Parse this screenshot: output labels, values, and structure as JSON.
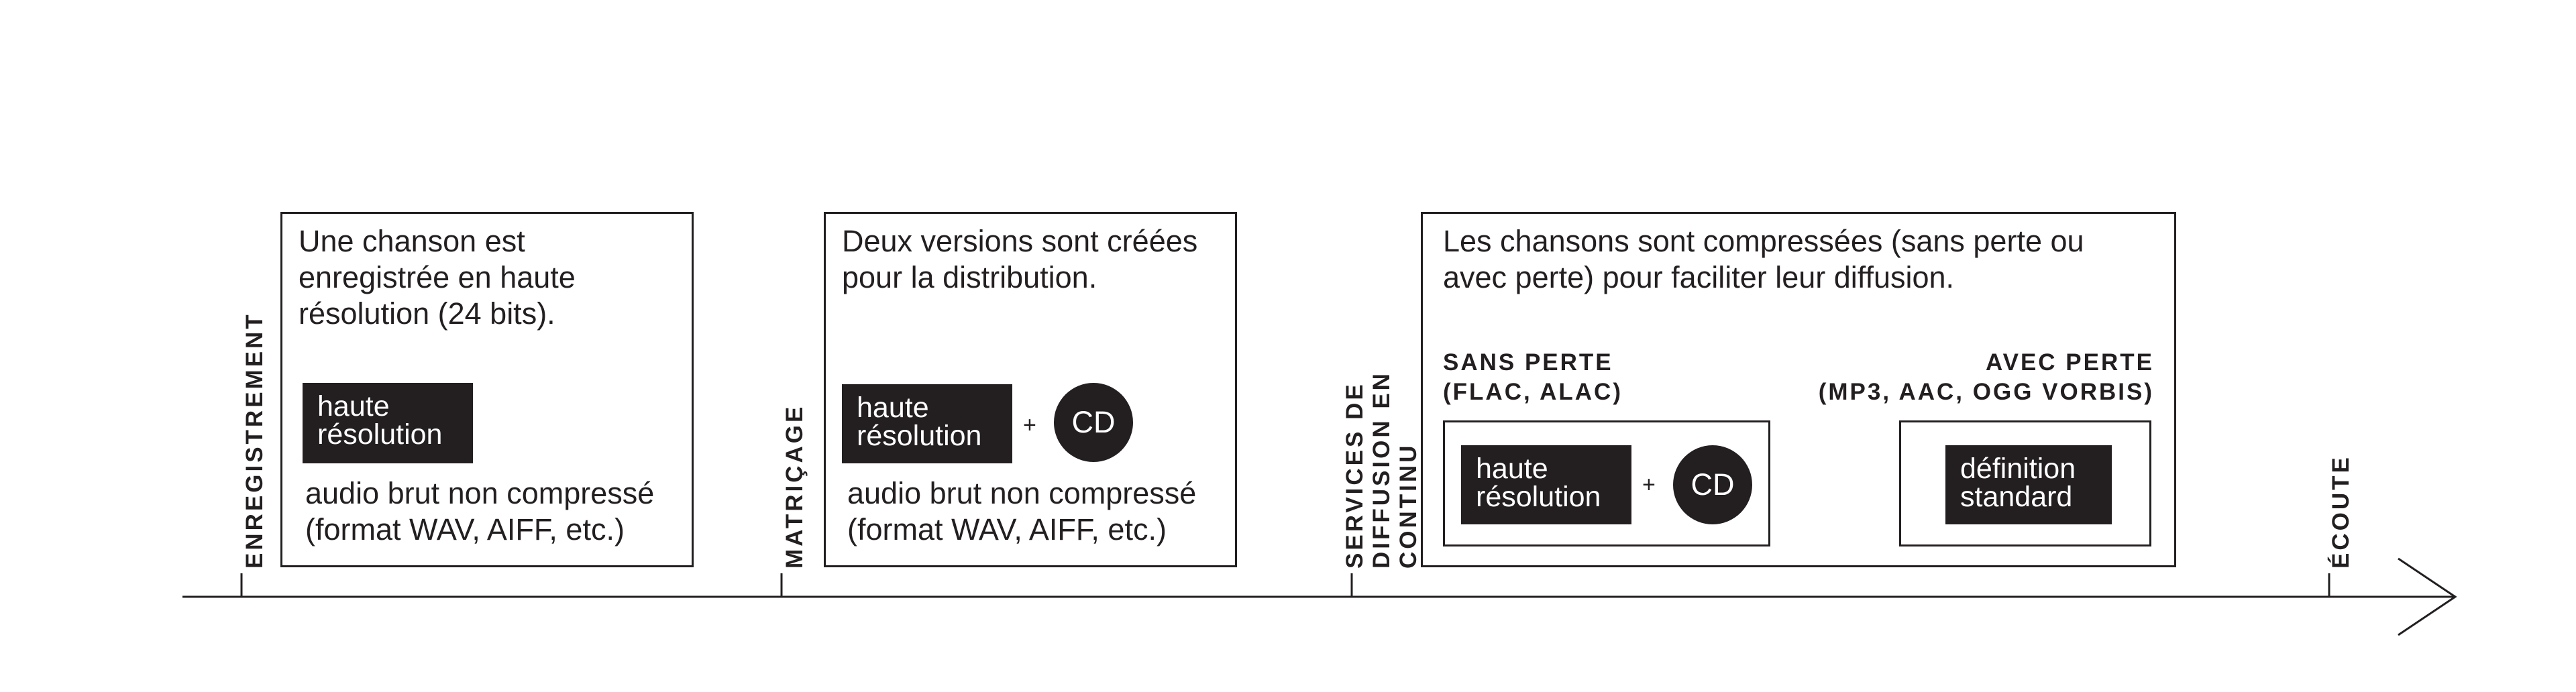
{
  "timeline": {
    "stages": [
      {
        "label": "ENREGISTREMENT"
      },
      {
        "label": "MATRIÇAGE"
      },
      {
        "label_lines": [
          "SERVICES DE",
          "DIFFUSION EN CONTINU"
        ]
      },
      {
        "label": "ÉCOUTE"
      }
    ]
  },
  "panels": {
    "recording": {
      "description": "Une chanson est enregistrée en haute résolution (24 bits).",
      "tag": "haute\nrésolution",
      "caption": "audio brut non compressé (format WAV, AIFF, etc.)"
    },
    "mastering": {
      "description": "Deux versions sont créées pour la distribution.",
      "tag": "haute\nrésolution",
      "plus": "+",
      "cd": "CD",
      "caption": "audio brut non compressé (format WAV, AIFF, etc.)"
    },
    "streaming": {
      "description": "Les chansons sont compressées (sans perte ou avec perte) pour faciliter leur diffusion.",
      "lossless": {
        "heading_lines": [
          "SANS PERTE",
          "(FLAC, ALAC)"
        ],
        "tag": "haute\nrésolution",
        "plus": "+",
        "cd": "CD"
      },
      "lossy": {
        "heading_lines": [
          "AVEC PERTE",
          "(MP3, AAC, OGG VORBIS)"
        ],
        "tag": "définition\nstandard"
      }
    }
  }
}
